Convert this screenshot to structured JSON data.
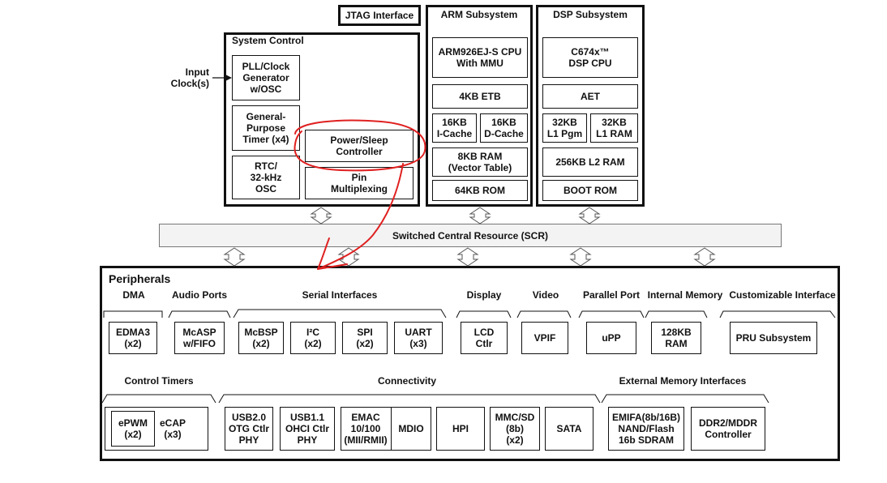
{
  "top": {
    "jtag": "JTAG Interface",
    "arm_title": "ARM Subsystem",
    "dsp_title": "DSP Subsystem"
  },
  "system_control": {
    "title": "System Control",
    "input_clock": "Input\nClock(s)",
    "pll": "PLL/Clock\nGenerator\nw/OSC",
    "timer": "General-\nPurpose\nTimer (x4)",
    "power": "Power/Sleep\nController",
    "rtc": "RTC/\n32-kHz\nOSC",
    "pinmux": "Pin\nMultiplexing"
  },
  "arm": {
    "cpu": "ARM926EJ-S CPU\nWith MMU",
    "etb": "4KB ETB",
    "icache": "16KB\nI-Cache",
    "dcache": "16KB\nD-Cache",
    "ram": "8KB RAM\n(Vector Table)",
    "rom": "64KB ROM"
  },
  "dsp": {
    "cpu": "C674x™\nDSP CPU",
    "aet": "AET",
    "l1pgm": "32KB\nL1 Pgm",
    "l1ram": "32KB\nL1 RAM",
    "l2": "256KB L2 RAM",
    "boot": "BOOT ROM"
  },
  "scr": "Switched Central Resource (SCR)",
  "peripherals": {
    "title": "Peripherals",
    "groups": {
      "dma": "DMA",
      "audio": "Audio Ports",
      "serial": "Serial Interfaces",
      "display": "Display",
      "video": "Video",
      "parallel": "Parallel Port",
      "internal_memory": "Internal Memory",
      "custom": "Customizable Interface",
      "timers": "Control Timers",
      "connectivity": "Connectivity",
      "ext_mem": "External Memory Interfaces"
    },
    "blocks": {
      "edma": "EDMA3\n(x2)",
      "mcasp": "McASP\nw/FIFO",
      "mcbsp": "McBSP\n(x2)",
      "i2c": "I²C\n(x2)",
      "spi": "SPI\n(x2)",
      "uart": "UART\n(x3)",
      "lcd": "LCD\nCtlr",
      "vpif": "VPIF",
      "upp": "uPP",
      "ram128": "128KB\nRAM",
      "pru": "PRU Subsystem",
      "epwm": "ePWM\n(x2)",
      "ecap": "eCAP\n(x3)",
      "usb2": "USB2.0\nOTG Ctlr\nPHY",
      "usb1": "USB1.1\nOHCI Ctlr\nPHY",
      "emac": "EMAC\n10/100\n(MII/RMII)",
      "mdio": "MDIO",
      "hpi": "HPI",
      "mmc": "MMC/SD\n(8b)\n(x2)",
      "sata": "SATA",
      "emifa": "EMIFA(8b/16B)\nNAND/Flash\n16b SDRAM",
      "ddr": "DDR2/MDDR\nController"
    }
  },
  "annotation_color": "#e02020"
}
